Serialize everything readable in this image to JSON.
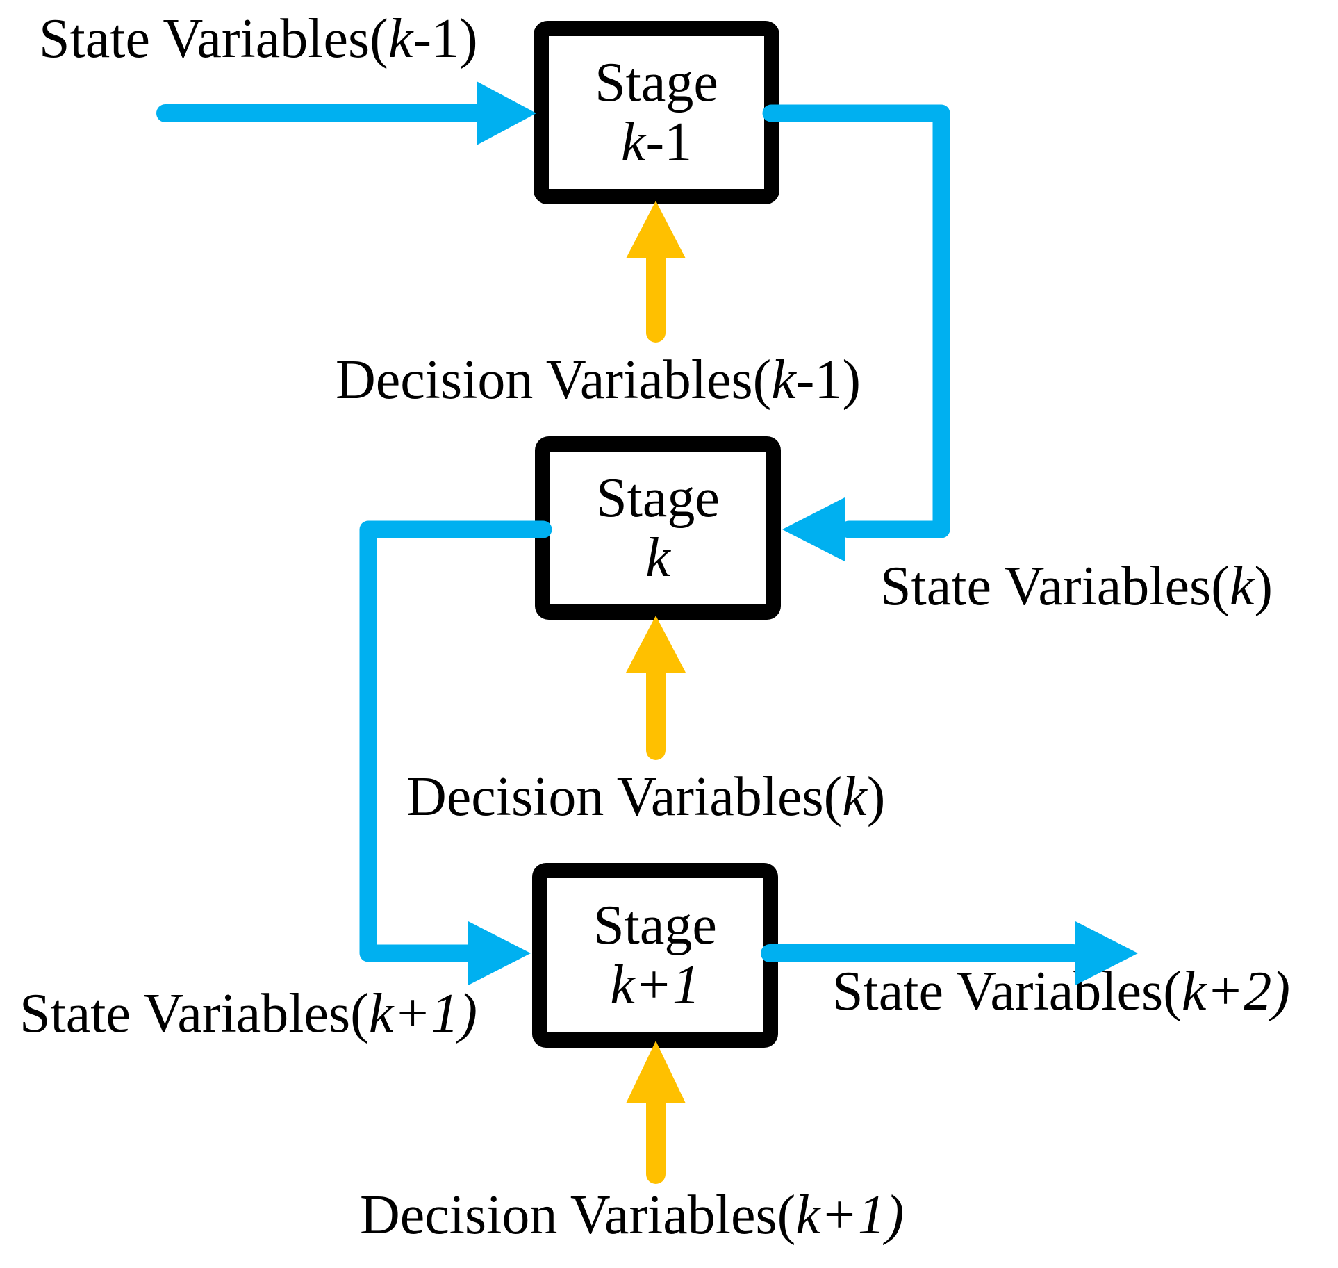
{
  "diagram": {
    "background": "#ffffff",
    "colors": {
      "state_arrow": "#00b0f0",
      "decision_arrow": "#ffc000",
      "box_border": "#000000",
      "text": "#000000"
    },
    "boxes": [
      {
        "line1": "Stage",
        "var": "k",
        "suffix": "-1"
      },
      {
        "line1": "Stage",
        "var": "k",
        "suffix": ""
      },
      {
        "line1": "Stage",
        "var": "k",
        "suffix": "+1"
      }
    ],
    "labels": [
      {
        "pre": "State Variables(",
        "var": "k",
        "post": "-1)"
      },
      {
        "pre": "Decision Variables(",
        "var": "k",
        "post": "-1)"
      },
      {
        "pre": "State Variables(",
        "var": "k",
        "post": ")"
      },
      {
        "pre": "Decision Variables(",
        "var": "k",
        "post": ")"
      },
      {
        "pre": "State Variables(",
        "var": "k",
        "post": "+1)"
      },
      {
        "pre": "State Variables(",
        "var": "k",
        "post": "+2)"
      },
      {
        "pre": "Decision Variables(",
        "var": "k",
        "post": "+1)"
      }
    ],
    "arrows": [
      {
        "id": "state-input-to-stage-k-minus-1",
        "kind": "state",
        "color": "#00b0f0",
        "direction": "right"
      },
      {
        "id": "state-connector-stage-k-minus-1-to-k",
        "kind": "state",
        "color": "#00b0f0",
        "direction": "right-down-left"
      },
      {
        "id": "state-connector-stage-k-to-k-plus-1",
        "kind": "state",
        "color": "#00b0f0",
        "direction": "left-down-right"
      },
      {
        "id": "state-output-from-stage-k-plus-1",
        "kind": "state",
        "color": "#00b0f0",
        "direction": "right"
      },
      {
        "id": "decision-into-stage-k-minus-1",
        "kind": "decision",
        "color": "#ffc000",
        "direction": "up"
      },
      {
        "id": "decision-into-stage-k",
        "kind": "decision",
        "color": "#ffc000",
        "direction": "up"
      },
      {
        "id": "decision-into-stage-k-plus-1",
        "kind": "decision",
        "color": "#ffc000",
        "direction": "up"
      }
    ]
  }
}
